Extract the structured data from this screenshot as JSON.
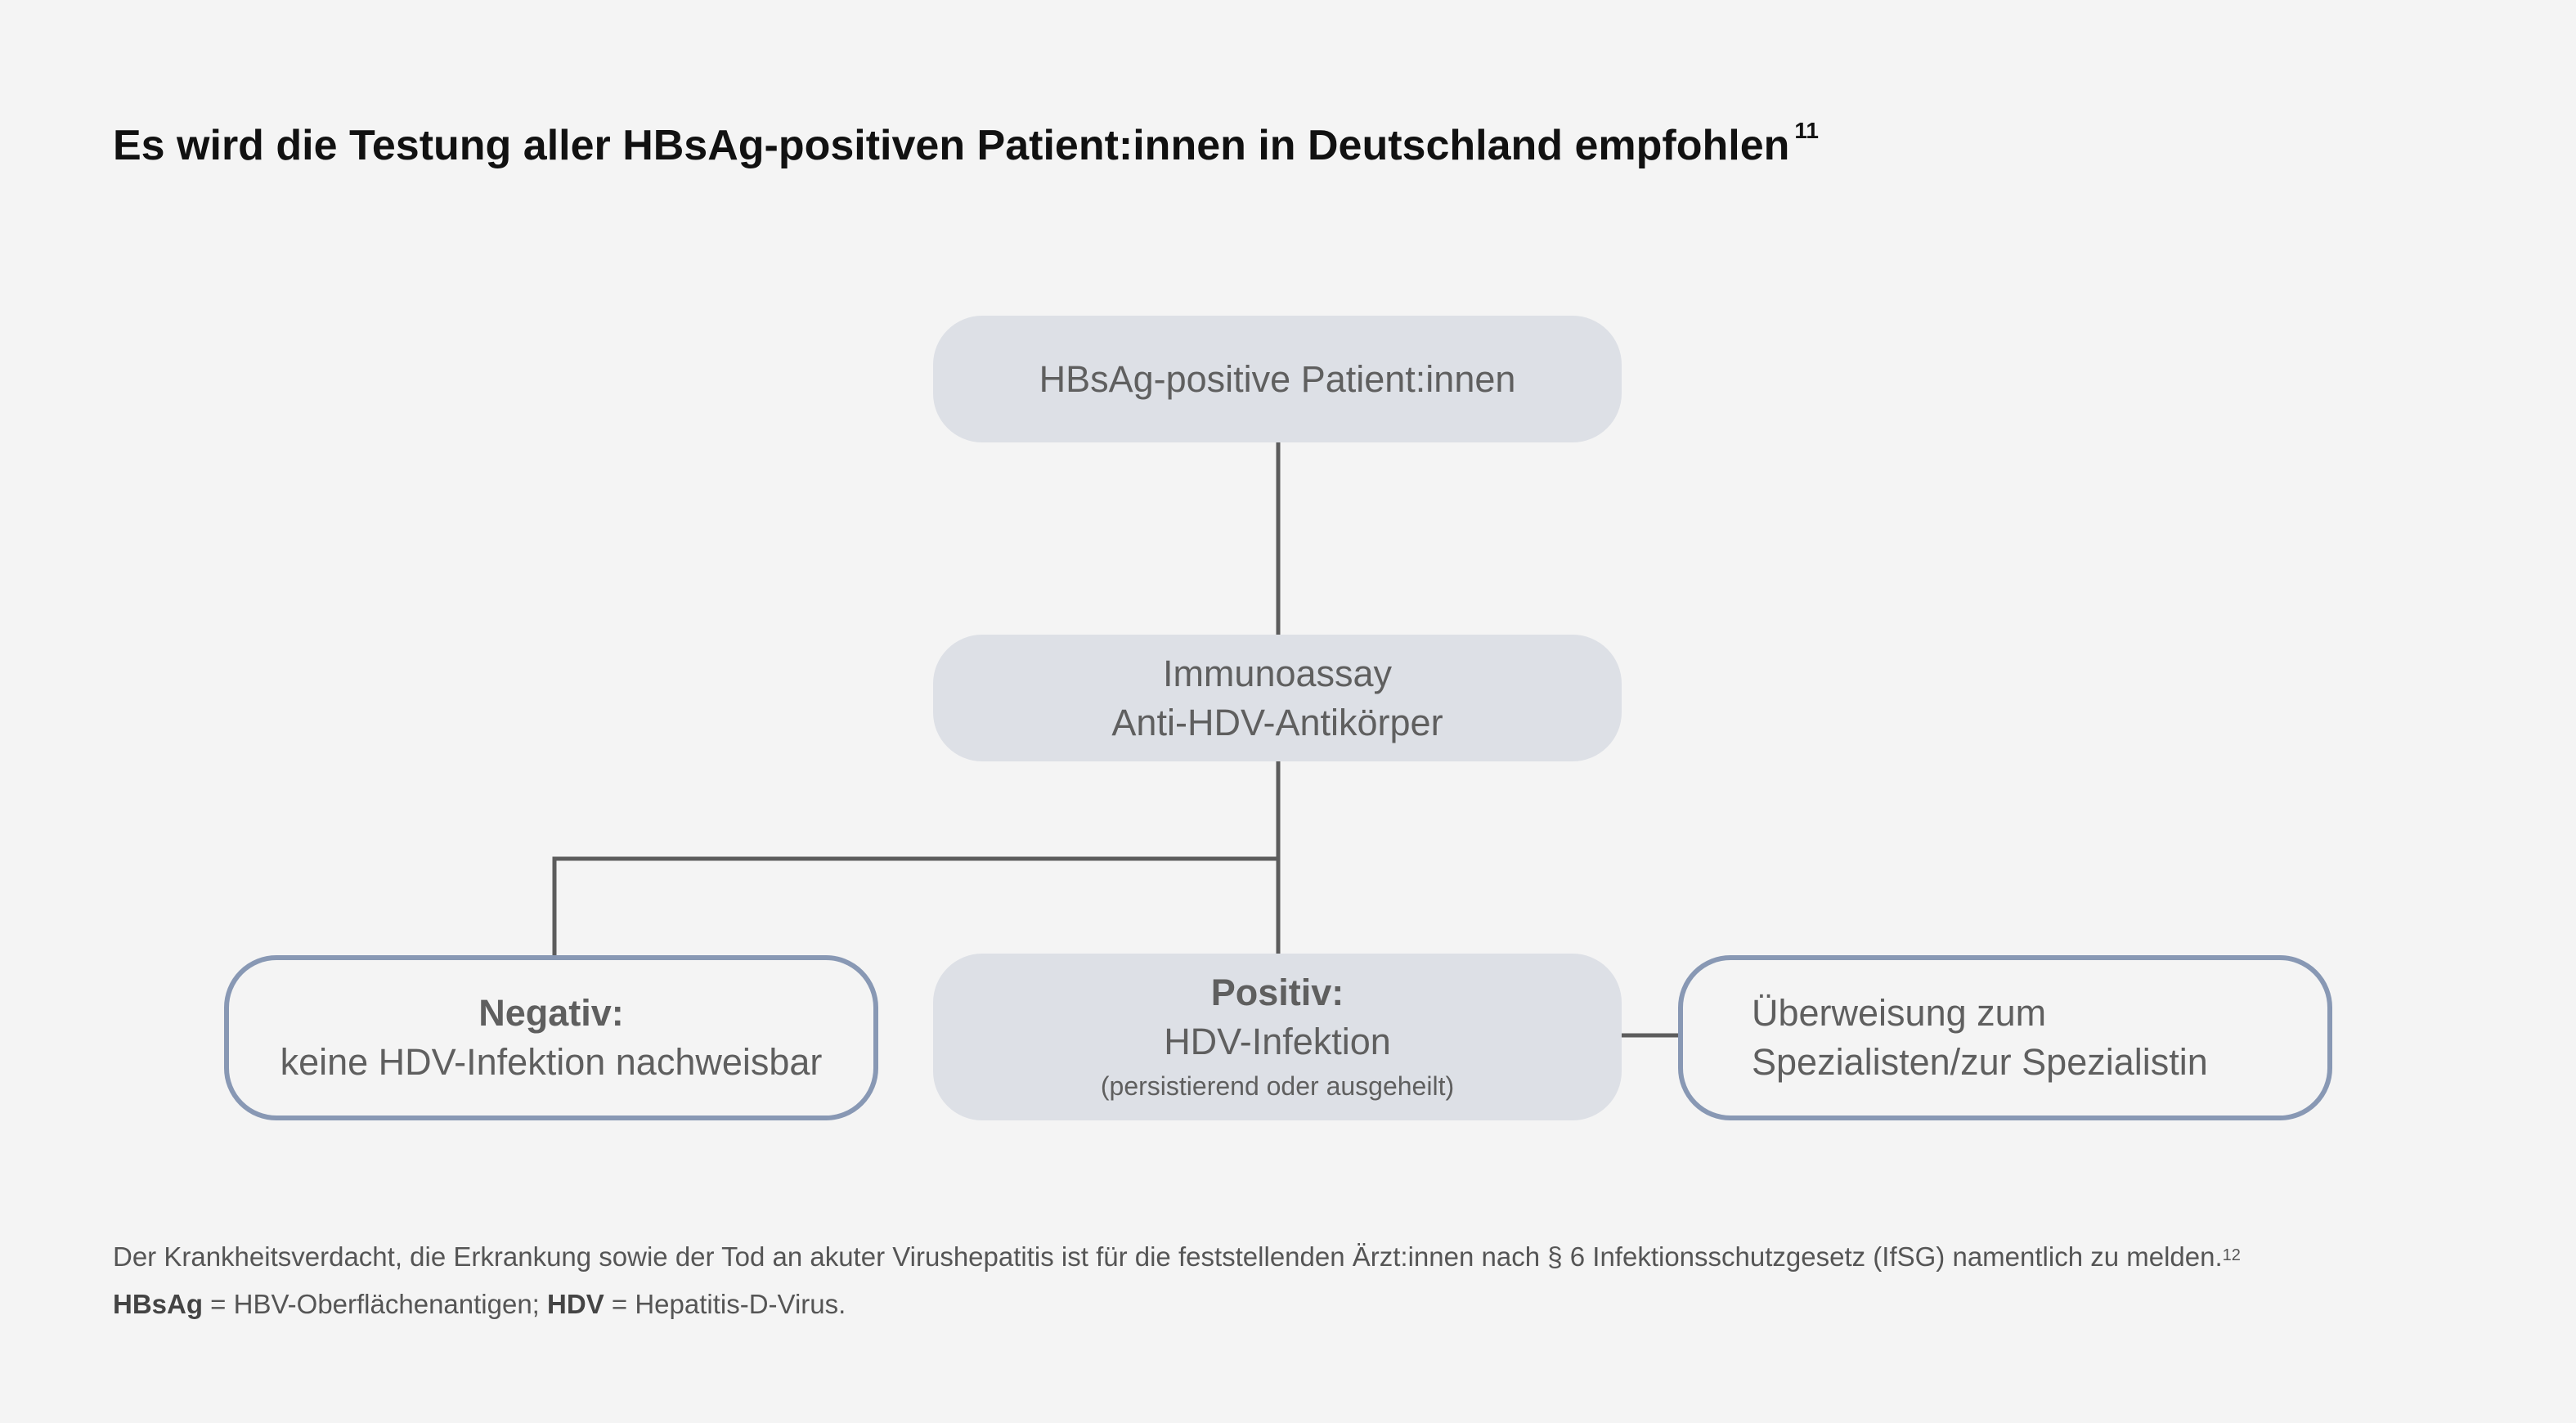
{
  "title": {
    "text": "Es wird die Testung aller HBsAg-positiven Patient:innen in Deutschland empfohlen",
    "ref": "11"
  },
  "flowchart": {
    "node_patients": "HBsAg-positive Patient:innen",
    "node_immunoassay": {
      "line1": "Immunoassay",
      "line2": "Anti-HDV-Antikörper"
    },
    "node_negative": {
      "heading": "Negativ:",
      "text": "keine HDV-Infektion nachweisbar"
    },
    "node_positive": {
      "heading": "Positiv:",
      "text": "HDV-Infektion",
      "note": "(persistierend oder ausgeheilt)"
    },
    "node_referral": {
      "line1": "Überweisung zum",
      "line2": "Spezialisten/zur Spezialistin"
    }
  },
  "footnote": {
    "line1": "Der Krankheitsverdacht, die Erkrankung sowie der Tod an akuter Virushepatitis ist für die feststellenden Ärzt:innen nach § 6 Infektionsschutzgesetz (IfSG) namentlich zu melden.",
    "line1_ref": "12",
    "abbr1_term": "HBsAg",
    "abbr1_def": " = HBV-Oberflächenantigen; ",
    "abbr2_term": "HDV",
    "abbr2_def": " = Hepatitis-D-Virus."
  },
  "colors": {
    "background": "#f4f4f4",
    "filled_box": "#dde0e6",
    "outline_box": "#8898b4",
    "connector": "#5c5c5c",
    "title_text": "#111111",
    "body_text": "#5f5f5f"
  }
}
